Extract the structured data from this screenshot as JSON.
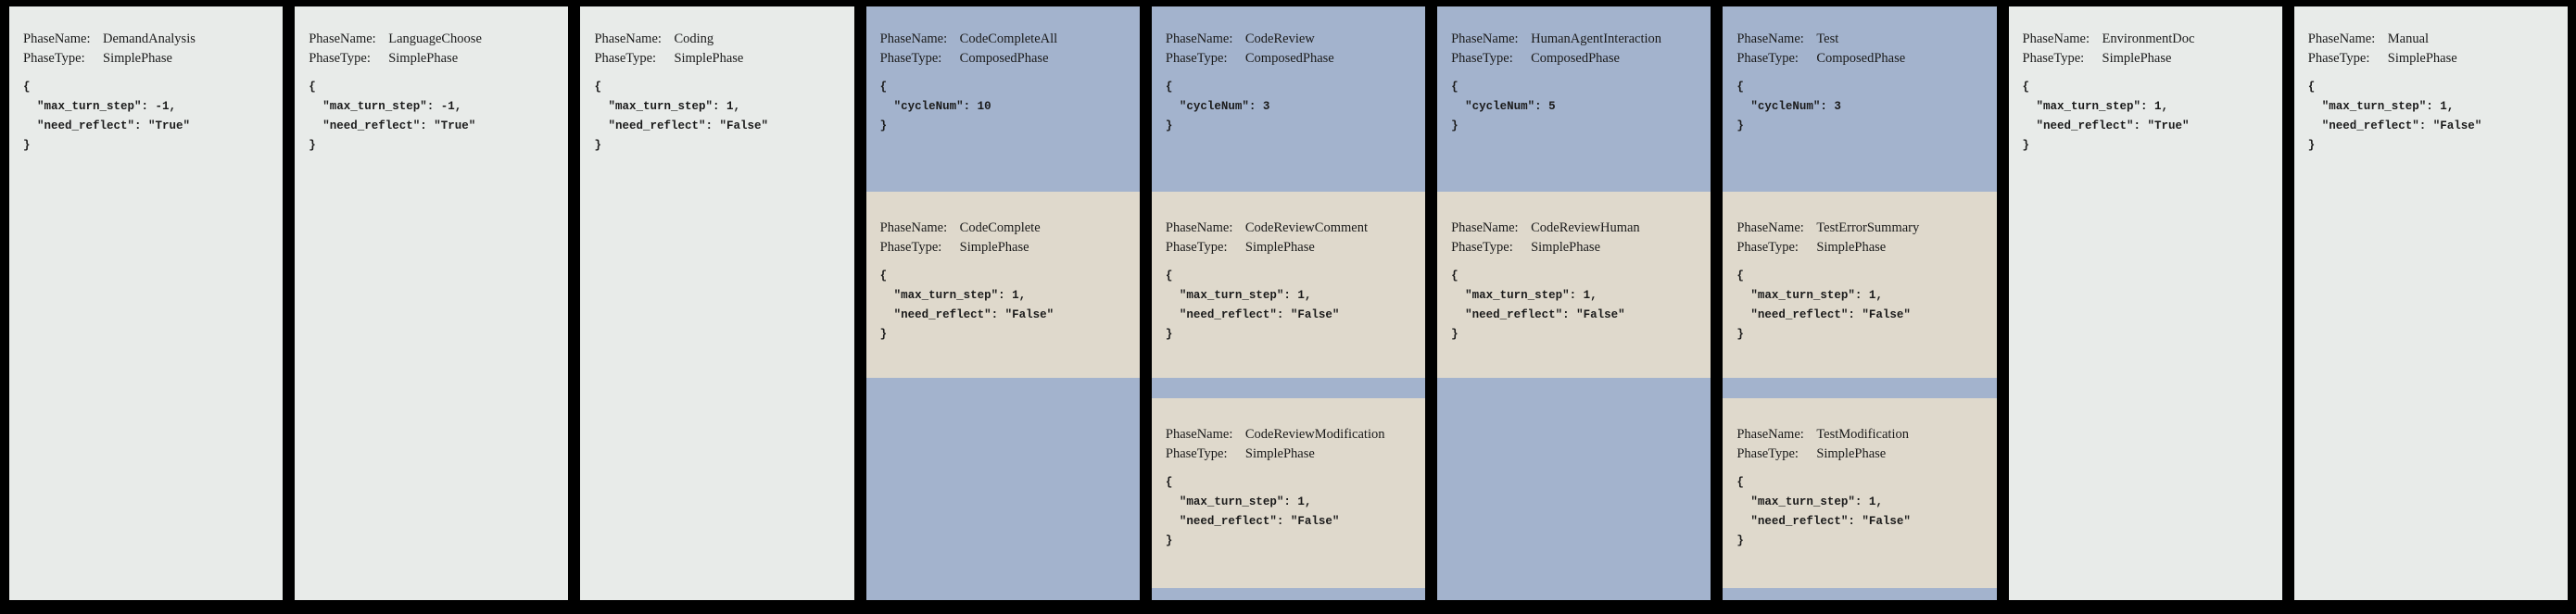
{
  "colors": {
    "page_bg": "#000000",
    "simple_phase_bg": "#e8ebe9",
    "composed_phase_bg": "#a3b3cd",
    "nested_simple_bg": "#dfd9cc",
    "text": "#1a1a1a"
  },
  "labels": {
    "phase_name": "PhaseName:",
    "phase_type": "PhaseType:"
  },
  "columns": [
    {
      "name": "DemandAnalysis",
      "type": "SimplePhase",
      "config": "{\n  \"max_turn_step\": -1,\n  \"need_reflect\": \"True\"\n}"
    },
    {
      "name": "LanguageChoose",
      "type": "SimplePhase",
      "config": "{\n  \"max_turn_step\": -1,\n  \"need_reflect\": \"True\"\n}"
    },
    {
      "name": "Coding",
      "type": "SimplePhase",
      "config": "{\n  \"max_turn_step\": 1,\n  \"need_reflect\": \"False\"\n}"
    },
    {
      "name": "CodeCompleteAll",
      "type": "ComposedPhase",
      "config": "{\n  \"cycleNum\": 10\n}",
      "children": [
        {
          "name": "CodeComplete",
          "type": "SimplePhase",
          "config": "{\n  \"max_turn_step\": 1,\n  \"need_reflect\": \"False\"\n}"
        }
      ]
    },
    {
      "name": "CodeReview",
      "type": "ComposedPhase",
      "config": "{\n  \"cycleNum\": 3\n}",
      "children": [
        {
          "name": "CodeReviewComment",
          "type": "SimplePhase",
          "config": "{\n  \"max_turn_step\": 1,\n  \"need_reflect\": \"False\"\n}"
        },
        {
          "name": "CodeReviewModification",
          "type": "SimplePhase",
          "config": "{\n  \"max_turn_step\": 1,\n  \"need_reflect\": \"False\"\n}"
        }
      ]
    },
    {
      "name": "HumanAgentInteraction",
      "type": "ComposedPhase",
      "config": "{\n  \"cycleNum\": 5\n}",
      "children": [
        {
          "name": "CodeReviewHuman",
          "type": "SimplePhase",
          "config": "{\n  \"max_turn_step\": 1,\n  \"need_reflect\": \"False\"\n}"
        }
      ]
    },
    {
      "name": "Test",
      "type": "ComposedPhase",
      "config": "{\n  \"cycleNum\": 3\n}",
      "children": [
        {
          "name": "TestErrorSummary",
          "type": "SimplePhase",
          "config": "{\n  \"max_turn_step\": 1,\n  \"need_reflect\": \"False\"\n}"
        },
        {
          "name": "TestModification",
          "type": "SimplePhase",
          "config": "{\n  \"max_turn_step\": 1,\n  \"need_reflect\": \"False\"\n}"
        }
      ]
    },
    {
      "name": "EnvironmentDoc",
      "type": "SimplePhase",
      "config": "{\n  \"max_turn_step\": 1,\n  \"need_reflect\": \"True\"\n}"
    },
    {
      "name": "Manual",
      "type": "SimplePhase",
      "config": "{\n  \"max_turn_step\": 1,\n  \"need_reflect\": \"False\"\n}"
    }
  ]
}
